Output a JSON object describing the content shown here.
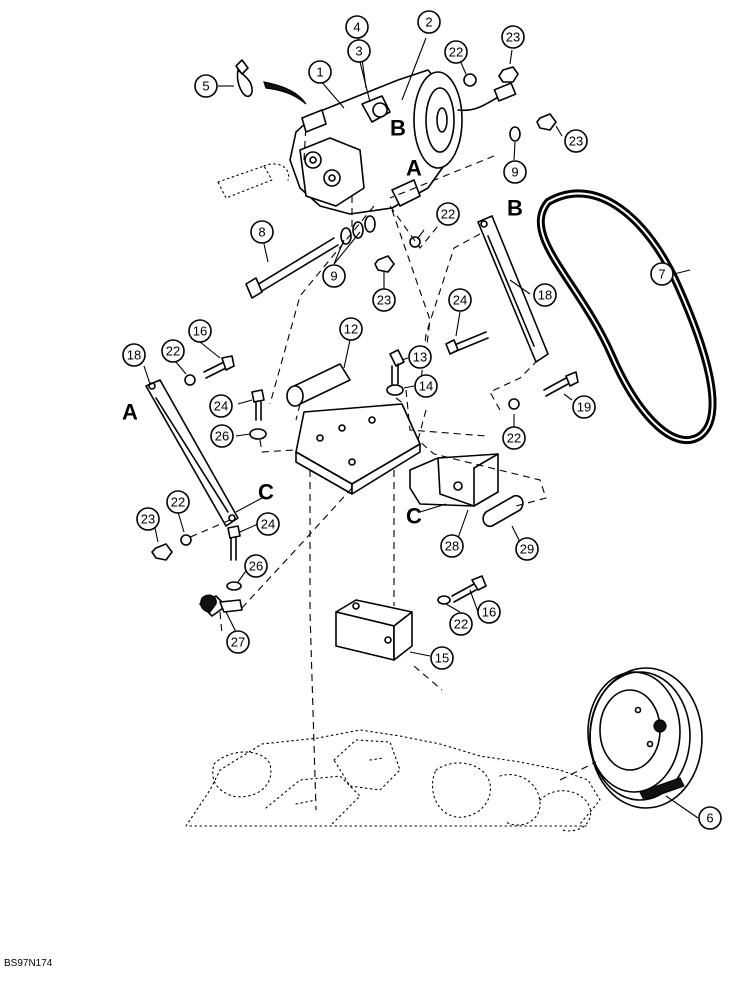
{
  "figure_code": "BS97N174",
  "callouts": [
    "1",
    "2",
    "3",
    "4",
    "5",
    "6",
    "7",
    "8",
    "9",
    "9",
    "12",
    "13",
    "14",
    "15",
    "16",
    "16",
    "18",
    "18",
    "19",
    "22",
    "22",
    "22",
    "22",
    "22",
    "22",
    "23",
    "23",
    "23",
    "23",
    "24",
    "24",
    "24",
    "26",
    "26",
    "27",
    "28",
    "29"
  ],
  "letters": [
    "A",
    "A",
    "B",
    "B",
    "C",
    "C"
  ]
}
